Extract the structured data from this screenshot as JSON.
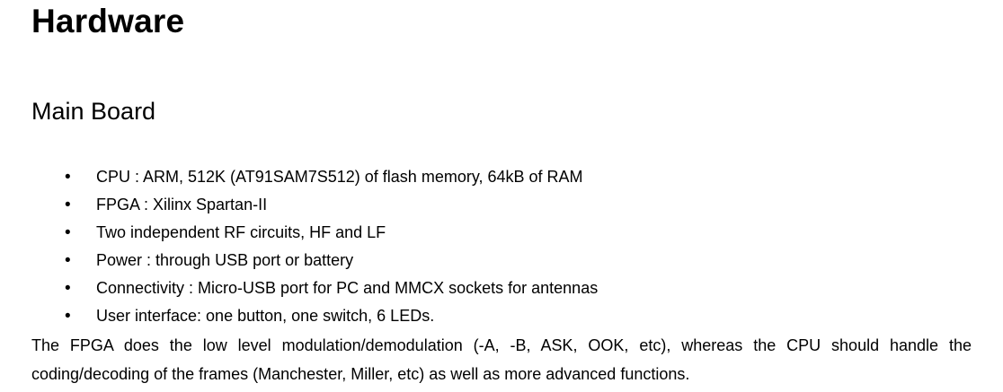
{
  "document": {
    "title": "Hardware",
    "section_title": "Main Board",
    "bullet_items": [
      "CPU : ARM, 512K (AT91SAM7S512) of flash memory, 64kB of RAM",
      "FPGA : Xilinx Spartan-II",
      "Two independent RF circuits, HF and LF",
      "Power : through USB port or battery",
      "Connectivity : Micro-USB port for PC and MMCX sockets for antennas",
      "User interface: one button, one switch, 6 LEDs."
    ],
    "paragraph": "The FPGA does the low level modulation/demodulation (-A, -B, ASK, OOK, etc), whereas the CPU should handle the coding/decoding of the frames (Manchester, Miller, etc) as well as more advanced functions.",
    "bullet_glyph": "•"
  }
}
